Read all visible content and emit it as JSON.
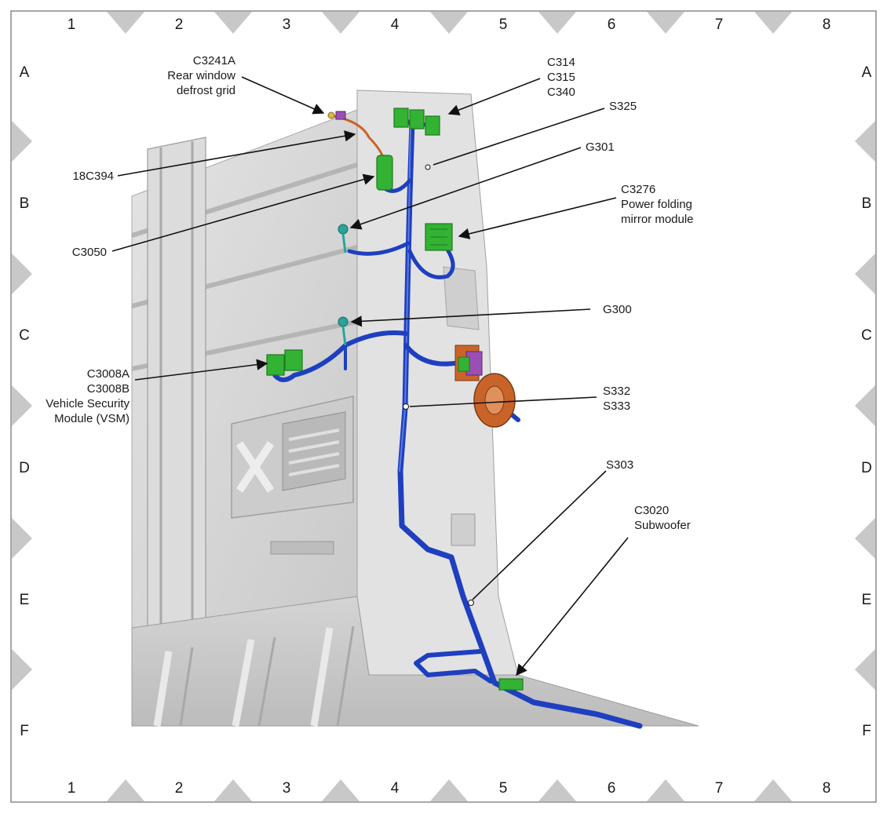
{
  "grid": {
    "columns": [
      "1",
      "2",
      "3",
      "4",
      "5",
      "6",
      "7",
      "8"
    ],
    "rows": [
      "A",
      "B",
      "C",
      "D",
      "E",
      "F"
    ]
  },
  "callouts": {
    "c3241a": [
      "C3241A",
      "Rear window",
      "defrost grid"
    ],
    "c314": [
      "C314",
      "C315",
      "C340"
    ],
    "s325": [
      "S325"
    ],
    "c18c394": [
      "18C394"
    ],
    "g301": [
      "G301"
    ],
    "c3276": [
      "C3276",
      "Power folding",
      "mirror module"
    ],
    "c3050": [
      "C3050"
    ],
    "g300": [
      "G300"
    ],
    "c3008": [
      "C3008A",
      "C3008B",
      "Vehicle Security",
      "Module (VSM)"
    ],
    "s332": [
      "S332",
      "S333"
    ],
    "s303": [
      "S303"
    ],
    "c3020": [
      "C3020",
      "Subwoofer"
    ]
  },
  "colors": {
    "border": "#8a8a8a",
    "marker": "#c8c8c8",
    "panel": "#d9d9d9",
    "panel_dark": "#bdbdbd",
    "harness": "#1e3fbf",
    "harness_light": "#5a7be0",
    "connector": "#33b233",
    "connector_dark": "#1d7a1d",
    "ground": "#2aa39a",
    "leader": "#111111",
    "copper": "#c8642a",
    "purple": "#9b4fb5"
  }
}
